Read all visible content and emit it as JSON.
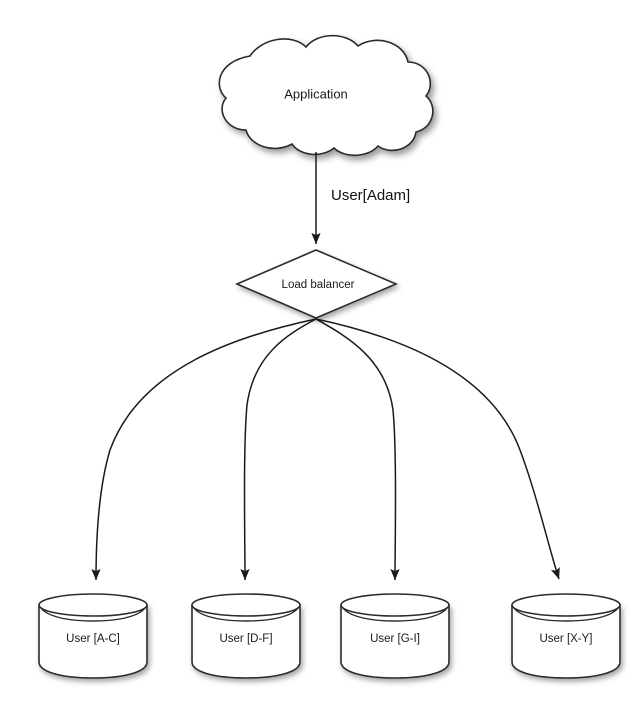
{
  "diagram": {
    "title_node": {
      "id": "application-cloud",
      "label": "Application",
      "shape": "cloud"
    },
    "balancer_node": {
      "id": "load-balancer",
      "label": "Load balancer",
      "shape": "diamond"
    },
    "primary_edge": {
      "label": "User[Adam]",
      "from": "Application",
      "to": "Load balancer"
    },
    "databases": [
      {
        "id": "db-a-c",
        "label": "User [A-C]",
        "shape": "cylinder"
      },
      {
        "id": "db-d-f",
        "label": "User [D-F]",
        "shape": "cylinder"
      },
      {
        "id": "db-g-i",
        "label": "User [G-I]",
        "shape": "cylinder"
      },
      {
        "id": "db-x-y",
        "label": "User [X-Y]",
        "shape": "cylinder"
      }
    ],
    "colors": {
      "background": "#ffffff",
      "shape_fill": "#ffffff",
      "stroke": "#2b2b2b",
      "text": "#1a1a1a",
      "edge": "#1a1a1a",
      "shadow": "#9a9a9a"
    }
  }
}
